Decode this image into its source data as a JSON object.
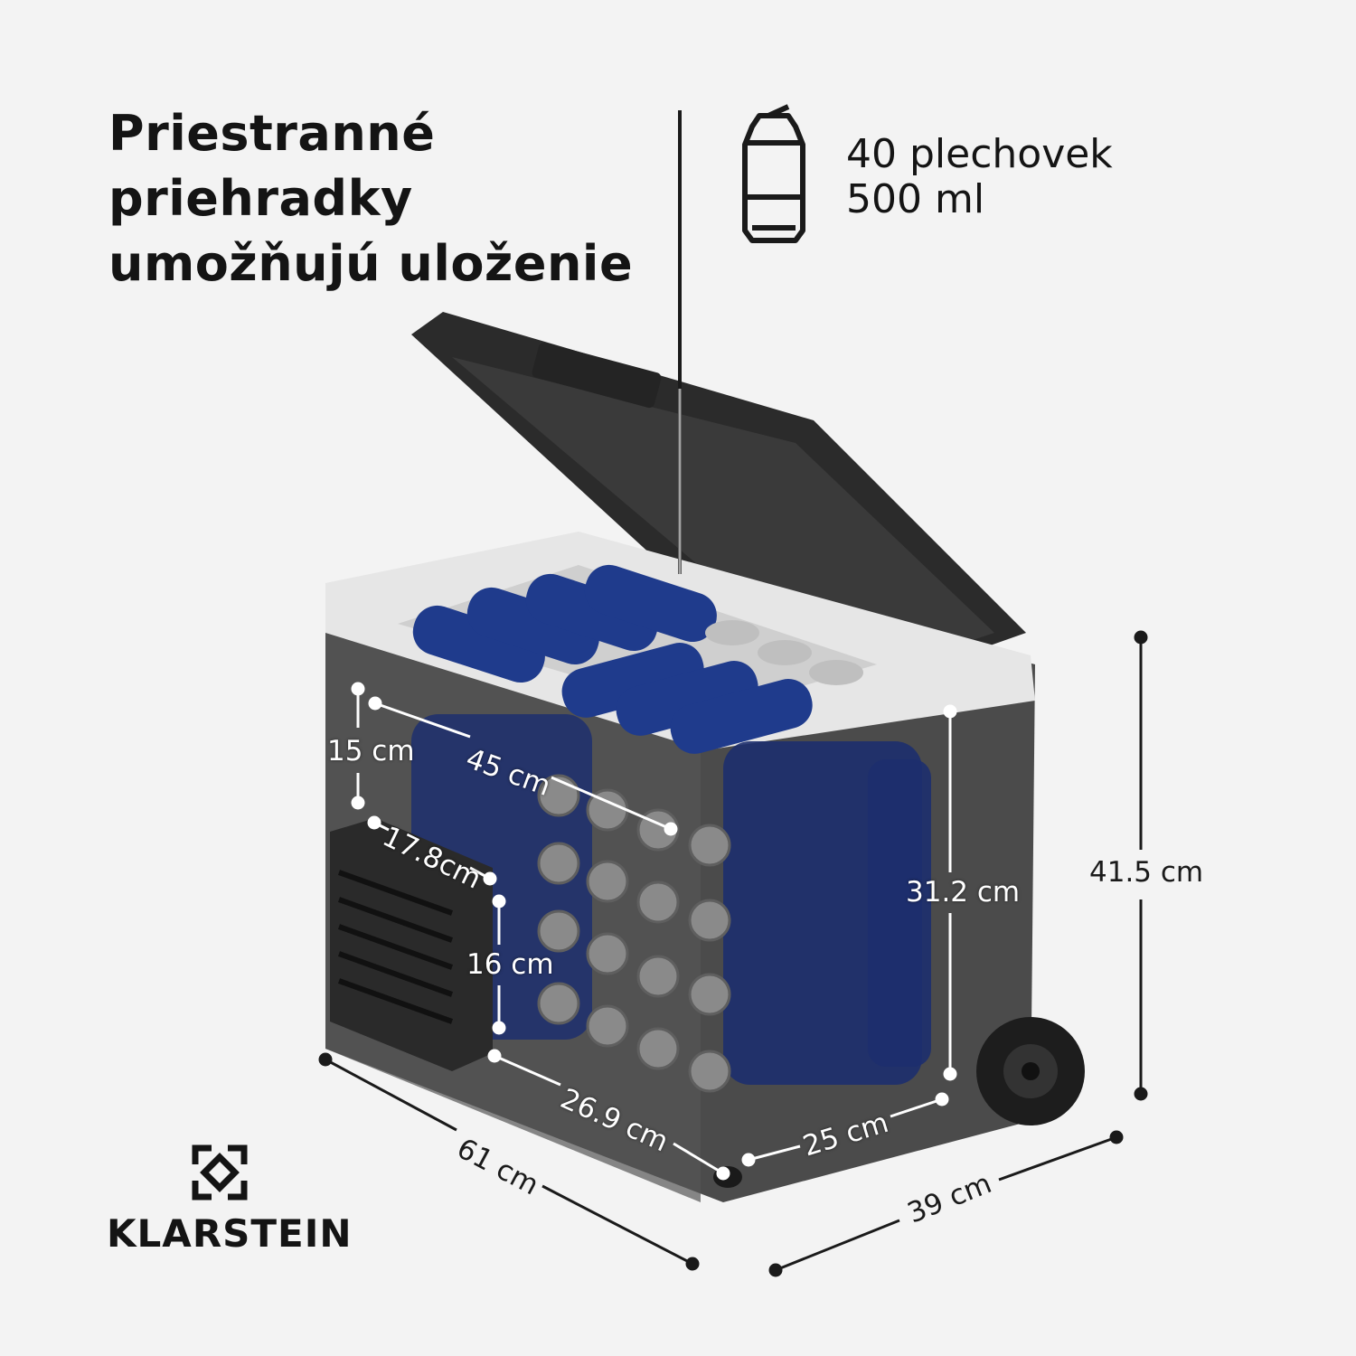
{
  "headline": {
    "line1": "Priestranné",
    "line2": "priehradky",
    "line3": "umožňujú uloženie"
  },
  "capacity": {
    "icon": "beverage-can-icon",
    "count": "40 plechovek",
    "volume": "500 ml"
  },
  "dimensions": {
    "inner_height_upper": "15 cm",
    "inner_length": "45 cm",
    "compressor_depth": "17.8cm",
    "compressor_height": "16 cm",
    "inner_height": "31.2 cm",
    "total_height": "41.5 cm",
    "inner_lower_length": "26.9 cm",
    "inner_width": "25 cm",
    "total_length": "61 cm",
    "total_width": "39 cm"
  },
  "brand": {
    "name": "KLARSTEIN",
    "logo": "klarstein-logo"
  },
  "colors": {
    "background": "#f3f3f3",
    "body": "#4a4a4a",
    "lid": "#2b2b2b",
    "rim": "#e4e4e4",
    "can": "#1e3a8a"
  }
}
